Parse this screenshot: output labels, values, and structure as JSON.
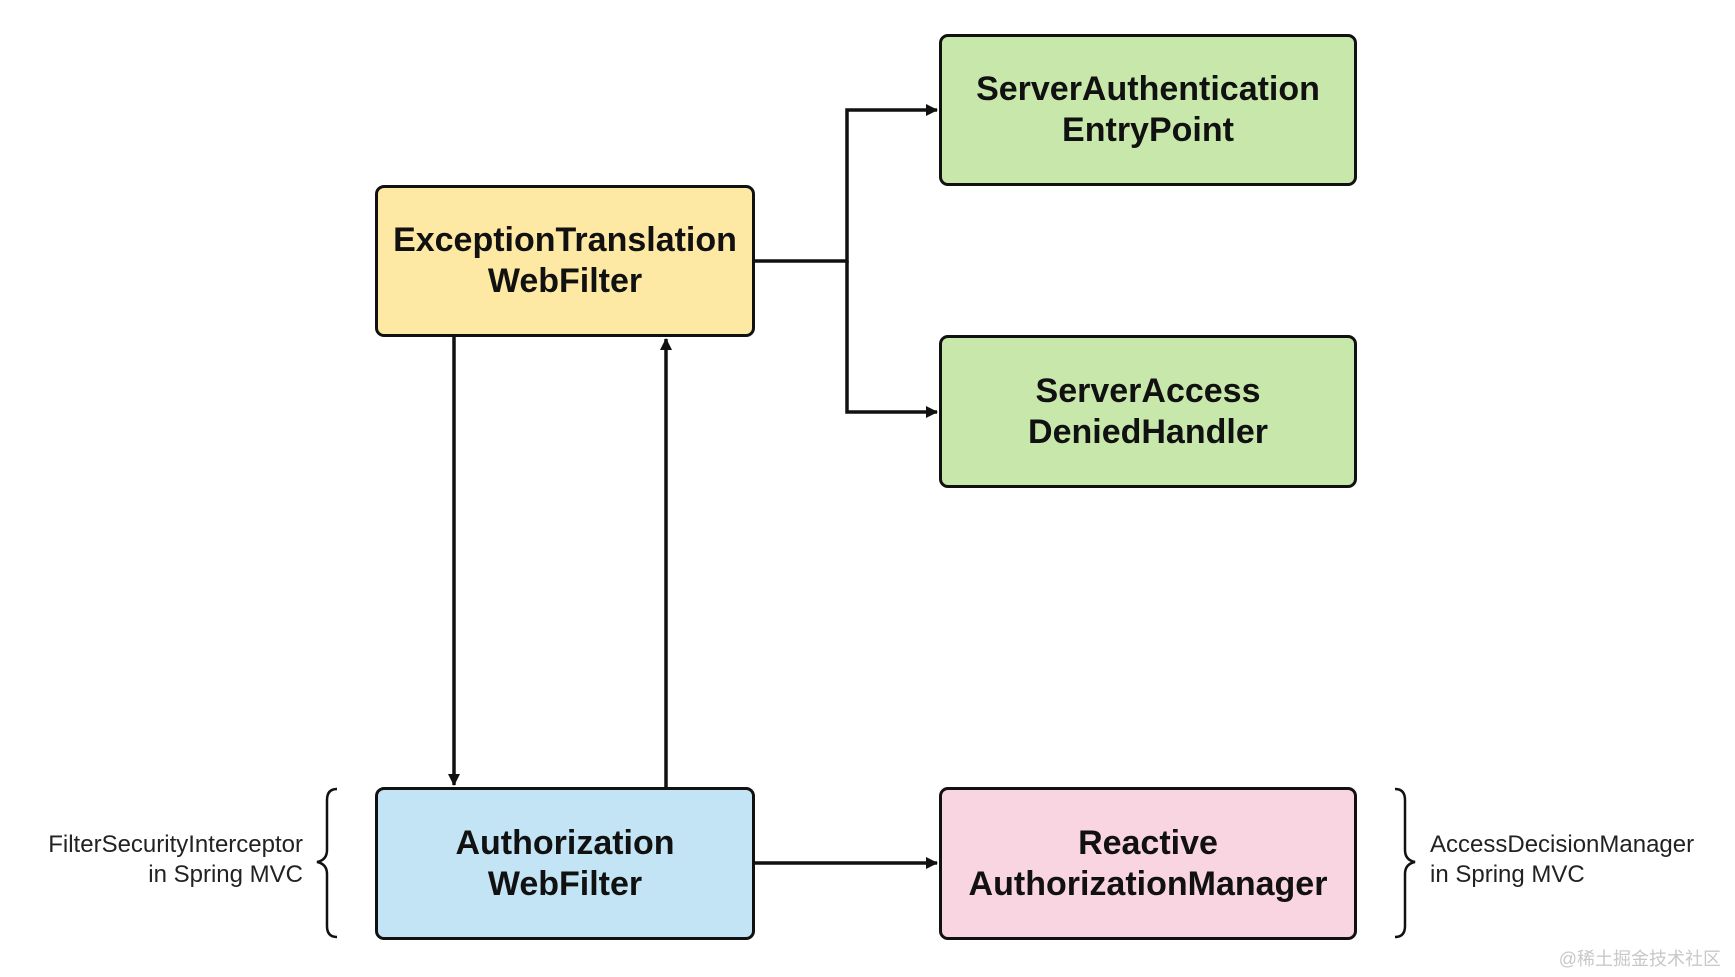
{
  "nodes": {
    "exception_translation": {
      "line1": "ExceptionTranslation",
      "line2": "WebFilter",
      "color": "#fde9a4"
    },
    "entry_point": {
      "line1": "ServerAuthentication",
      "line2": "EntryPoint",
      "color": "#c8e8ab"
    },
    "denied_handler": {
      "line1": "ServerAccess",
      "line2": "DeniedHandler",
      "color": "#c8e8ab"
    },
    "authorization_filter": {
      "line1": "Authorization",
      "line2": "WebFilter",
      "color": "#c2e4f5"
    },
    "authorization_manager": {
      "line1": "Reactive",
      "line2": "AuthorizationManager",
      "color": "#f9d4e1"
    }
  },
  "annotations": {
    "left": {
      "line1": "FilterSecurityInterceptor",
      "line2": "in Spring MVC"
    },
    "right": {
      "line1": "AccessDecisionManager",
      "line2": "in Spring MVC"
    }
  },
  "watermark": "@稀土掘金技术社区",
  "colors": {
    "stroke": "#111111"
  }
}
